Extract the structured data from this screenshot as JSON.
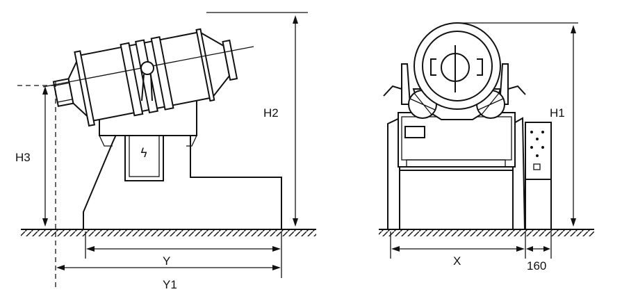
{
  "diagram": {
    "side_view": {
      "label_h2": "H2",
      "label_h3": "H3",
      "label_y": "Y",
      "label_y1": "Y1"
    },
    "front_view": {
      "label_h1": "H1",
      "label_x": "X",
      "label_160": "160"
    },
    "icons": {
      "control_panel_symbol": "lightning-icon"
    },
    "colors": {
      "line": "#111111",
      "background": "#ffffff"
    }
  }
}
